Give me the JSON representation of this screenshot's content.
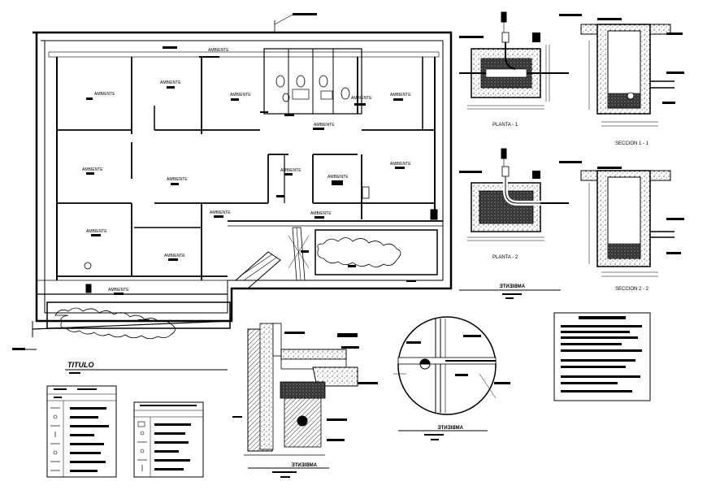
{
  "plan": {
    "room_label": "AMBIENTE",
    "room_labels": [
      "AMBIENTE",
      "AMBIENTE",
      "AMBIENTE",
      "AMBIENTE",
      "AMBIENTE",
      "AMBIENTE",
      "AMBIENTE",
      "AMBIENTE",
      "AMBIENTE",
      "AMBIENTE",
      "AMBIENTE",
      "AMBIENTE",
      "AMBIENTE",
      "AMBIENTE",
      "AMBIENTE",
      "AMBIENTE",
      "AMBIENTE"
    ]
  },
  "details": {
    "planta_1": "PLANTA - 1",
    "planta_2": "PLANTA - 2",
    "seccion_1": "SECCION 1 - 1",
    "seccion_2": "SECCION 2 - 2"
  },
  "title_block": {
    "titulo": "TITULO"
  },
  "mirrored_captions": {
    "caption_1": "AMBIENTE",
    "caption_2": "AMBIENTE",
    "caption_3": "AMBIENTE"
  }
}
